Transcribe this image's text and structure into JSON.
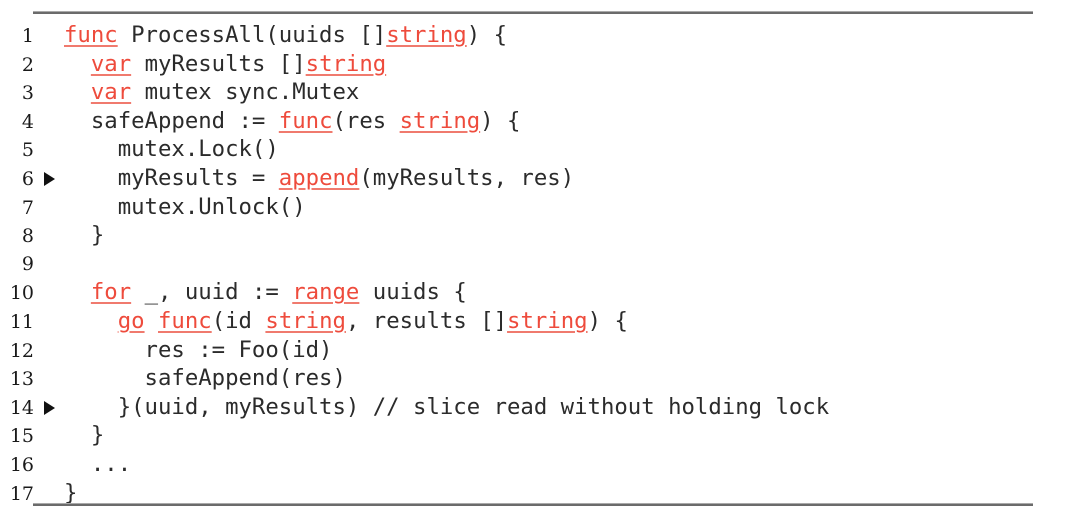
{
  "figure": {
    "kind": "code-listing",
    "language": "go",
    "colors": {
      "keyword": "#ee4b3c",
      "keyword_underline": "#f07a6e",
      "text": "#2b2b2b",
      "rule": "#6b6b6b",
      "background": "#ffffff",
      "marker": "#111111"
    },
    "rules": {
      "top_label": "top-rule",
      "bottom_label": "bottom-rule"
    },
    "marker_glyph": "▶",
    "marked_lines": [
      6,
      14
    ],
    "lines": [
      {
        "no": "1",
        "marker": "",
        "plain": "func ProcessAll(uuids []string) {",
        "tokens": [
          {
            "t": "func",
            "kw": true
          },
          {
            "t": " ProcessAll(uuids []",
            "kw": false
          },
          {
            "t": "string",
            "kw": true
          },
          {
            "t": ") {",
            "kw": false
          }
        ]
      },
      {
        "no": "2",
        "marker": "",
        "plain": "  var myResults []string",
        "tokens": [
          {
            "t": "  ",
            "kw": false
          },
          {
            "t": "var",
            "kw": true
          },
          {
            "t": " myResults []",
            "kw": false
          },
          {
            "t": "string",
            "kw": true
          }
        ]
      },
      {
        "no": "3",
        "marker": "",
        "plain": "  var mutex sync.Mutex",
        "tokens": [
          {
            "t": "  ",
            "kw": false
          },
          {
            "t": "var",
            "kw": true
          },
          {
            "t": " mutex sync.Mutex",
            "kw": false
          }
        ]
      },
      {
        "no": "4",
        "marker": "",
        "plain": "  safeAppend := func(res string) {",
        "tokens": [
          {
            "t": "  safeAppend := ",
            "kw": false
          },
          {
            "t": "func",
            "kw": true
          },
          {
            "t": "(res ",
            "kw": false
          },
          {
            "t": "string",
            "kw": true
          },
          {
            "t": ") {",
            "kw": false
          }
        ]
      },
      {
        "no": "5",
        "marker": "",
        "plain": "    mutex.Lock()",
        "tokens": [
          {
            "t": "    mutex.Lock()",
            "kw": false
          }
        ]
      },
      {
        "no": "6",
        "marker": "▶",
        "plain": "    myResults = append(myResults, res)",
        "tokens": [
          {
            "t": "    myResults = ",
            "kw": false
          },
          {
            "t": "append",
            "kw": true
          },
          {
            "t": "(myResults, res)",
            "kw": false
          }
        ]
      },
      {
        "no": "7",
        "marker": "",
        "plain": "    mutex.Unlock()",
        "tokens": [
          {
            "t": "    mutex.Unlock()",
            "kw": false
          }
        ]
      },
      {
        "no": "8",
        "marker": "",
        "plain": "  }",
        "tokens": [
          {
            "t": "  }",
            "kw": false
          }
        ]
      },
      {
        "no": "9",
        "marker": "",
        "plain": "",
        "tokens": []
      },
      {
        "no": "10",
        "marker": "",
        "plain": "  for _, uuid := range uuids {",
        "tokens": [
          {
            "t": "  ",
            "kw": false
          },
          {
            "t": "for",
            "kw": true
          },
          {
            "t": " _, uuid := ",
            "kw": false
          },
          {
            "t": "range",
            "kw": true
          },
          {
            "t": " uuids {",
            "kw": false
          }
        ]
      },
      {
        "no": "11",
        "marker": "",
        "plain": "    go func(id string, results []string) {",
        "tokens": [
          {
            "t": "    ",
            "kw": false
          },
          {
            "t": "go",
            "kw": true
          },
          {
            "t": " ",
            "kw": false
          },
          {
            "t": "func",
            "kw": true
          },
          {
            "t": "(id ",
            "kw": false
          },
          {
            "t": "string",
            "kw": true
          },
          {
            "t": ", results []",
            "kw": false
          },
          {
            "t": "string",
            "kw": true
          },
          {
            "t": ") {",
            "kw": false
          }
        ]
      },
      {
        "no": "12",
        "marker": "",
        "plain": "      res := Foo(id)",
        "tokens": [
          {
            "t": "      res := Foo(id)",
            "kw": false
          }
        ]
      },
      {
        "no": "13",
        "marker": "",
        "plain": "      safeAppend(res)",
        "tokens": [
          {
            "t": "      safeAppend(res)",
            "kw": false
          }
        ]
      },
      {
        "no": "14",
        "marker": "▶",
        "plain": "    }(uuid, myResults) // slice read without holding lock",
        "tokens": [
          {
            "t": "    }(uuid, myResults) // slice read without holding lock",
            "kw": false
          }
        ]
      },
      {
        "no": "15",
        "marker": "",
        "plain": "  }",
        "tokens": [
          {
            "t": "  }",
            "kw": false
          }
        ]
      },
      {
        "no": "16",
        "marker": "",
        "plain": "  ...",
        "tokens": [
          {
            "t": "  ...",
            "kw": false
          }
        ]
      },
      {
        "no": "17",
        "marker": "",
        "plain": "}",
        "tokens": [
          {
            "t": "}",
            "kw": false
          }
        ]
      }
    ]
  }
}
